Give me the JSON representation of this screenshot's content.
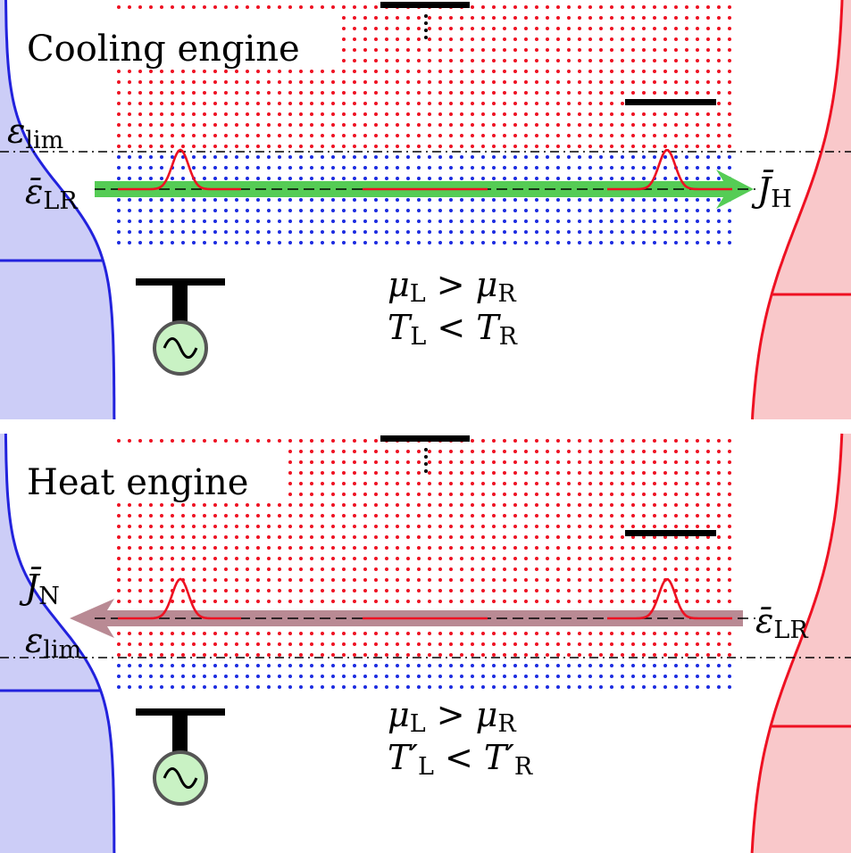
{
  "colors": {
    "left_fill": "#cccdf7",
    "left_curve": "#2222dd",
    "right_fill": "#f9c8ca",
    "right_curve": "#ee1122",
    "dot_red": "#ee1122",
    "dot_blue": "#1b2be0",
    "arrow_cooling": "#55cc55",
    "arrow_heat": "#b98a94",
    "gate": "#000000",
    "source_fill": "#c9f2c4",
    "source_stroke": "#555555"
  },
  "icons": {
    "ac_source": "sine-wave-in-circle",
    "gate": "t-shaped-gate-electrode"
  },
  "panels": [
    {
      "id": "cooling",
      "title": "Cooling engine",
      "eps_lim": {
        "sym": "ε",
        "sub": "lim"
      },
      "eps_lr": {
        "sym": "ε̄",
        "sub": "LR"
      },
      "flux": {
        "sym": "J̄",
        "sub": "H",
        "direction": "right"
      },
      "relation1": {
        "a": "μ",
        "a_sub": "L",
        "op": ">",
        "b": "μ",
        "b_sub": "R"
      },
      "relation2": {
        "a": "T",
        "a_sub": "L",
        "op": "<",
        "b": "T",
        "b_sub": "R"
      }
    },
    {
      "id": "heat",
      "title": "Heat engine",
      "eps_lim": {
        "sym": "ε",
        "sub": "lim"
      },
      "eps_lr": {
        "sym": "ε̄",
        "sub": "LR"
      },
      "flux": {
        "sym": "J̄",
        "sub": "N",
        "direction": "left"
      },
      "relation1": {
        "a": "μ",
        "a_sub": "L",
        "op": ">",
        "b": "μ",
        "b_sub": "R"
      },
      "relation2": {
        "a": "T′",
        "a_sub": "L",
        "op": "<",
        "b": "T′",
        "b_sub": "R"
      }
    }
  ]
}
